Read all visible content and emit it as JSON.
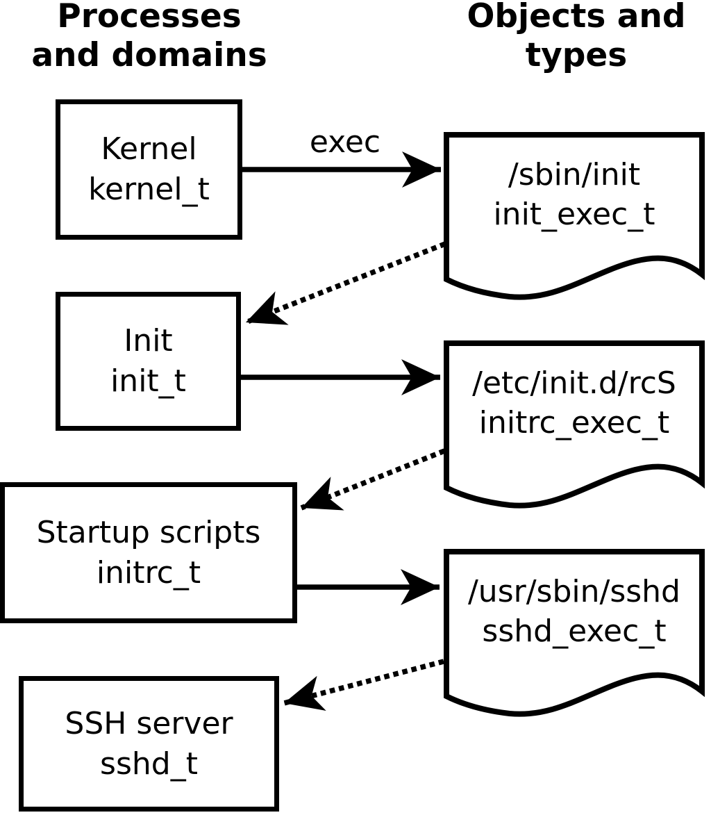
{
  "headings": {
    "left": {
      "line1": "Processes",
      "line2": "and domains"
    },
    "right": {
      "line1": "Objects and",
      "line2": "types"
    }
  },
  "arrow_label": "exec",
  "processes": [
    {
      "name": "Kernel",
      "domain": "kernel_t"
    },
    {
      "name": "Init",
      "domain": "init_t"
    },
    {
      "name": "Startup scripts",
      "domain": "initrc_t"
    },
    {
      "name": "SSH server",
      "domain": "sshd_t"
    }
  ],
  "objects": [
    {
      "path": "/sbin/init",
      "type": "init_exec_t"
    },
    {
      "path": "/etc/init.d/rcS",
      "type": "initrc_exec_t"
    },
    {
      "path": "/usr/sbin/sshd",
      "type": "sshd_exec_t"
    }
  ],
  "edges": [
    {
      "from": "kernel_t",
      "to": "init_exec_t",
      "style": "solid",
      "label": "exec"
    },
    {
      "from": "init_exec_t",
      "to": "init_t",
      "style": "dotted",
      "label": ""
    },
    {
      "from": "init_t",
      "to": "initrc_exec_t",
      "style": "solid",
      "label": ""
    },
    {
      "from": "initrc_exec_t",
      "to": "initrc_t",
      "style": "dotted",
      "label": ""
    },
    {
      "from": "initrc_t",
      "to": "sshd_exec_t",
      "style": "solid",
      "label": ""
    },
    {
      "from": "sshd_exec_t",
      "to": "sshd_t",
      "style": "dotted",
      "label": ""
    }
  ],
  "colors": {
    "ink": "#000000",
    "background": "#ffffff"
  }
}
